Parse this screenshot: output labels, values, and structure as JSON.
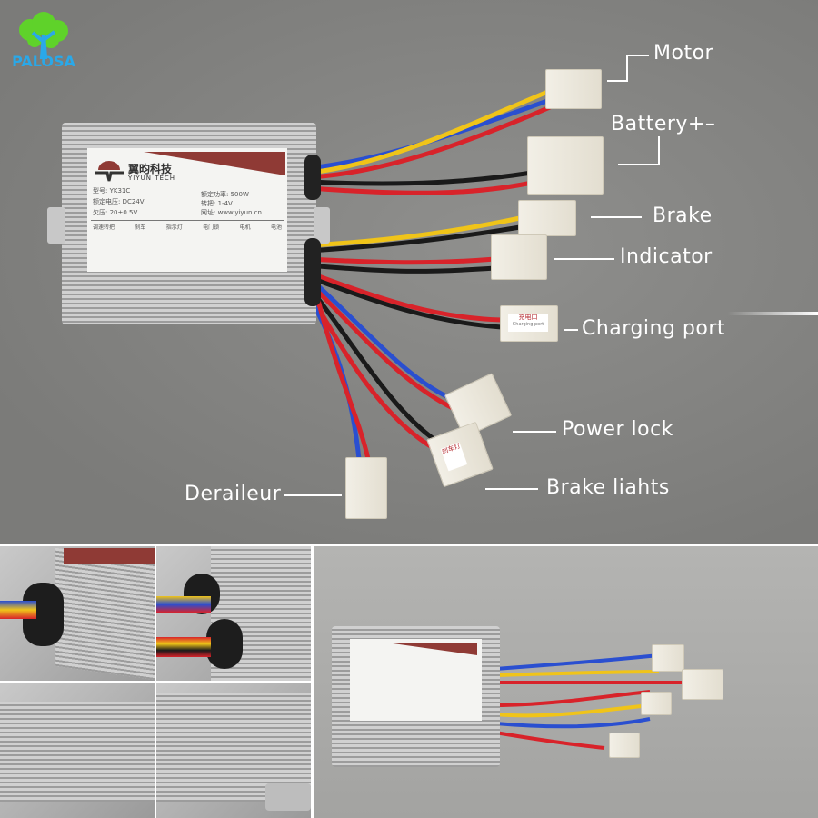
{
  "logo": {
    "text": "PALOSA"
  },
  "callouts": {
    "motor": "Motor",
    "battery": "Battery+–",
    "brake": "Brake",
    "indicator": "Indicator",
    "charging_port": "Charging port",
    "power_lock": "Power lock",
    "brake_lights": "Brake liahts",
    "derailleur": "Deraileur"
  },
  "controller_label": {
    "brand_cn": "翼昀科技",
    "brand_en": "YIYUN TECH",
    "model": "型号: YK31C",
    "rated_voltage": "额定电压: DC24V",
    "undervoltage": "欠压: 20±0.5V",
    "rated_power": "额定功率: 500W",
    "throttle": "转把: 1-4V",
    "website": "网址: www.yiyun.cn",
    "ports": [
      "调速转把",
      "刹车",
      "指示灯",
      "电门锁",
      "电机",
      "电池"
    ]
  },
  "connector_tags": {
    "charging_cn": "充电口",
    "charging_en": "Charging port",
    "brake_light_cn": "刹车灯"
  },
  "colors": {
    "background": "#858583",
    "wire_red": "#d8232a",
    "wire_blue": "#2a4fd0",
    "wire_yellow": "#f0c419",
    "wire_black": "#1a1a1a",
    "logo_blue": "#2aa8e8",
    "logo_green": "#5fd22a"
  }
}
